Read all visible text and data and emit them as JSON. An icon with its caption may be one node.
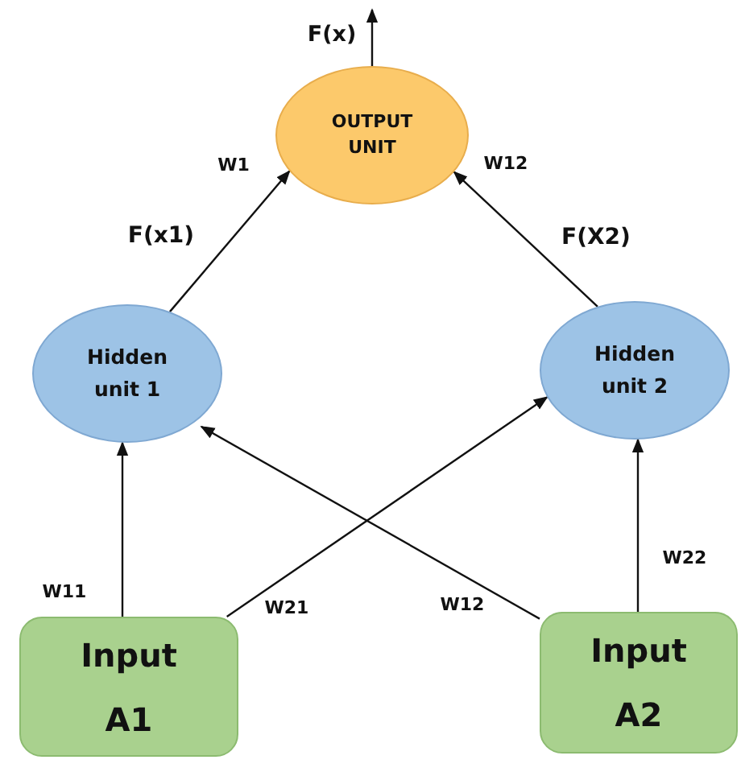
{
  "diagram": {
    "nodes": [
      {
        "text": [
          "OUTPUT UNIT"
        ]
      },
      {
        "text": [
          "Hidden unit 1"
        ]
      },
      {
        "text": [
          "Hidden unit 2"
        ]
      },
      {
        "text": [
          "Input A1"
        ]
      },
      {
        "text": [
          "Input A2"
        ]
      }
    ],
    "edges": [
      {
        "from": 0,
        "to": null,
        "arrow": "to",
        "label": "F(x)"
      },
      {
        "from": 1,
        "to": 0,
        "arrow": "to",
        "label": "F(x1)"
      },
      {
        "from": 2,
        "to": 0,
        "arrow": "to",
        "label": "F(X2)"
      },
      {
        "from": 3,
        "to": 1,
        "arrow": "to",
        "label": "W11"
      },
      {
        "from": 3,
        "to": 2,
        "arrow": "to",
        "label": "W21"
      },
      {
        "from": 4,
        "to": 1,
        "arrow": "to",
        "label": "W12"
      },
      {
        "from": 4,
        "to": 2,
        "arrow": "to",
        "label": "W22"
      }
    ],
    "labels": [
      "W1",
      "W12"
    ]
  }
}
